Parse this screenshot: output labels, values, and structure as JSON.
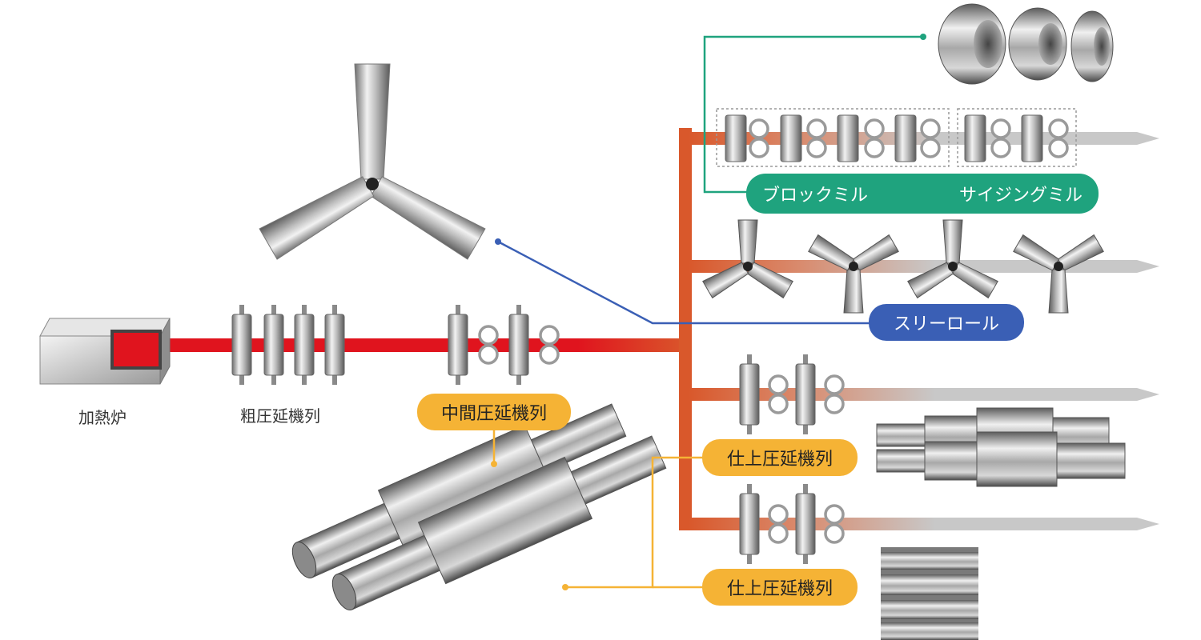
{
  "labels": {
    "furnace": "加熱炉",
    "roughing": "粗圧延機列",
    "intermediate": "中間圧延機列",
    "block_mill": "ブロックミル",
    "sizing_mill": "サイジングミル",
    "three_roll": "スリーロール",
    "finishing_1": "仕上圧延機列",
    "finishing_2": "仕上圧延機列"
  },
  "colors": {
    "hot_line": "#E0141E",
    "branch": "#D9582B",
    "cold_line": "#C8C8C8",
    "block_callout": "#1FA37E",
    "three_roll_callout": "#3A5FB5",
    "finishing_callout": "#F5B335"
  },
  "icons": {
    "furnace": "furnace-box-icon",
    "roll_stand": "roll-stand-icon",
    "ring_roll": "ring-roll-icon",
    "three_roll": "three-roll-icon",
    "groove_roll": "grooved-roll-photo"
  }
}
